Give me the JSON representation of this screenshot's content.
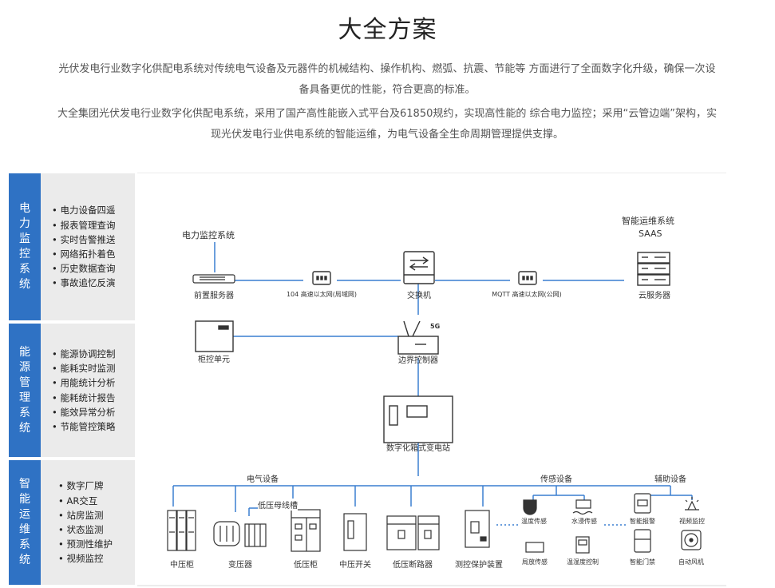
{
  "title": "大全方案",
  "paragraphs": [
    "光伏发电行业数字化供配电系统对传统电气设备及元器件的机械结构、操作机构、燃弧、抗震、节能等 方面进行了全面数字化升级，确保一次设备具备更优的性能，符合更高的标准。",
    "大全集团光伏发电行业数字化供配电系统，采用了国产高性能嵌入式平台及61850规约，实现高性能的 综合电力监控；采用“云管边端”架构，实现光伏发电行业供电系统的智能运维，为电气设备全生命周期管理提供支撑。"
  ],
  "systems": [
    {
      "name": "电力监控系统",
      "items": [
        "电力设备四遥",
        "报表管理查询",
        "实时告警推送",
        "网络拓扑着色",
        "历史数据查询",
        "事故追忆反演"
      ]
    },
    {
      "name": "能源管理系统",
      "items": [
        "能源协调控制",
        "能耗实时监测",
        "用能统计分析",
        "能耗统计报告",
        "能效异常分析",
        "节能管控策略"
      ]
    },
    {
      "name": "智能运维系统",
      "items": [
        "数字厂牌",
        "AR交互",
        "站房监测",
        "状态监测",
        "预测性维护",
        "视频监控"
      ]
    }
  ],
  "diagram": {
    "power_monitoring_system": "电力监控系统",
    "om_system": "智能运维系统",
    "saas": "SAAS",
    "front_server": "前置服务器",
    "lan_link": "104 高速以太网(局域网)",
    "switch": "交换机",
    "wan_link": "MQTT 高速以太网(公网)",
    "cloud_server": "云服务器",
    "cabinet_unit": "柜控单元",
    "edge_controller": "边界控制器",
    "g5": "5G",
    "substation": "数字化箱式变电站",
    "electrical": "电气设备",
    "sensing": "传感设备",
    "auxiliary": "辅助设备",
    "busbar": "低压母线槽",
    "devices": [
      "中压柜",
      "变压器",
      "低压柜",
      "中压开关",
      "低压断路器",
      "测控保护装置"
    ],
    "sensors": [
      "温度传感",
      "水浸传感",
      "局放传感",
      "温湿度控制"
    ],
    "aux_devices": [
      "智能报警",
      "视频监控",
      "智能门禁",
      "自动风机"
    ]
  },
  "colors": {
    "accent": "#2f72c4",
    "line": "#3a7fd0",
    "panel": "#ebebeb"
  }
}
